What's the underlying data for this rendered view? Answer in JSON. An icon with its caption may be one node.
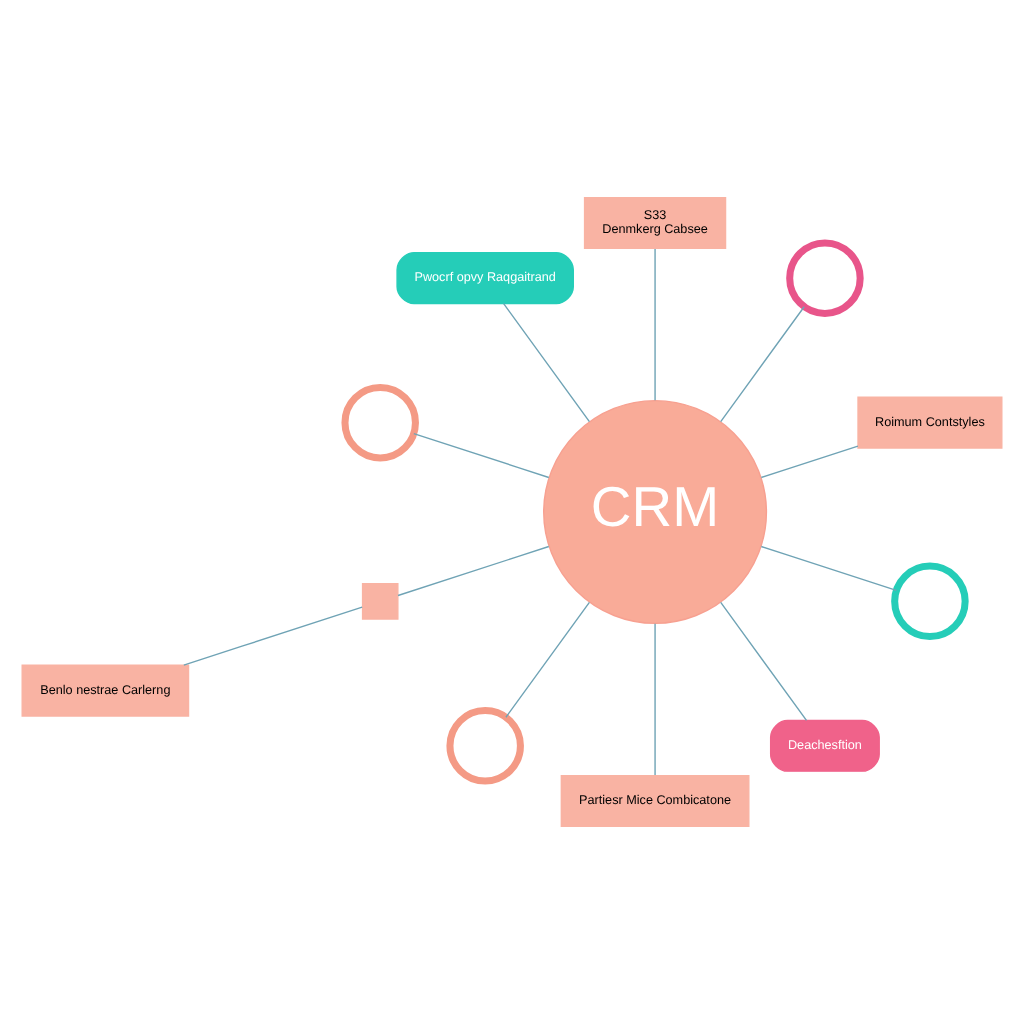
{
  "diagram": {
    "nodes": [
      {
        "text": [
          "CRM"
        ]
      },
      {
        "text": [
          "Roimum Contstyles"
        ]
      },
      {
        "text": [],
        "shape": "circle"
      },
      {
        "text": [
          "S33",
          "Denmkerg Cabsee"
        ]
      },
      {
        "text": [
          "Pwocrf opvy Raqgaitrand"
        ]
      },
      {
        "text": [],
        "shape": "circle"
      },
      {
        "text": [],
        "shape": "box"
      },
      {
        "text": [
          "Benlo nestrae Carlerng"
        ]
      },
      {
        "text": [],
        "shape": "circle"
      },
      {
        "text": [
          "Partiesr Mice Combicatone"
        ]
      },
      {
        "text": [
          "Deachesftion"
        ]
      },
      {
        "text": [],
        "shape": "circle"
      }
    ],
    "edges": [
      {
        "from": 0,
        "to": 1,
        "arrow": "none"
      },
      {
        "from": 0,
        "to": 2,
        "arrow": "none"
      },
      {
        "from": 0,
        "to": 3,
        "arrow": "none"
      },
      {
        "from": 0,
        "to": 4,
        "arrow": "none"
      },
      {
        "from": 0,
        "to": 5,
        "arrow": "none"
      },
      {
        "from": 0,
        "to": 6,
        "arrow": "none"
      },
      {
        "from": 6,
        "to": 7,
        "arrow": "none"
      },
      {
        "from": 0,
        "to": 8,
        "arrow": "none"
      },
      {
        "from": 0,
        "to": 9,
        "arrow": "none"
      },
      {
        "from": 0,
        "to": 10,
        "arrow": "none"
      },
      {
        "from": 0,
        "to": 11,
        "arrow": "none"
      }
    ]
  }
}
